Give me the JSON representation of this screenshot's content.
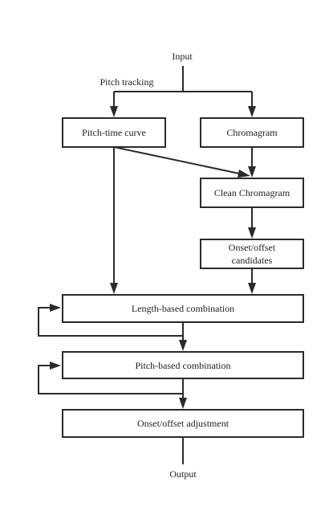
{
  "labels": {
    "input": "Input",
    "pitch_tracking": "Pitch tracking",
    "output": "Output"
  },
  "nodes": {
    "pitch_time_curve": "Pitch-time curve",
    "chromagram": "Chromagram",
    "clean_chromagram": "Clean Chromagram",
    "onset_offset_candidates_line1": "Onset/offset",
    "onset_offset_candidates_line2": "candidates",
    "length_based_combination": "Length-based combination",
    "pitch_based_combination": "Pitch-based combination",
    "onset_offset_adjustment": "Onset/offset adjustment"
  }
}
